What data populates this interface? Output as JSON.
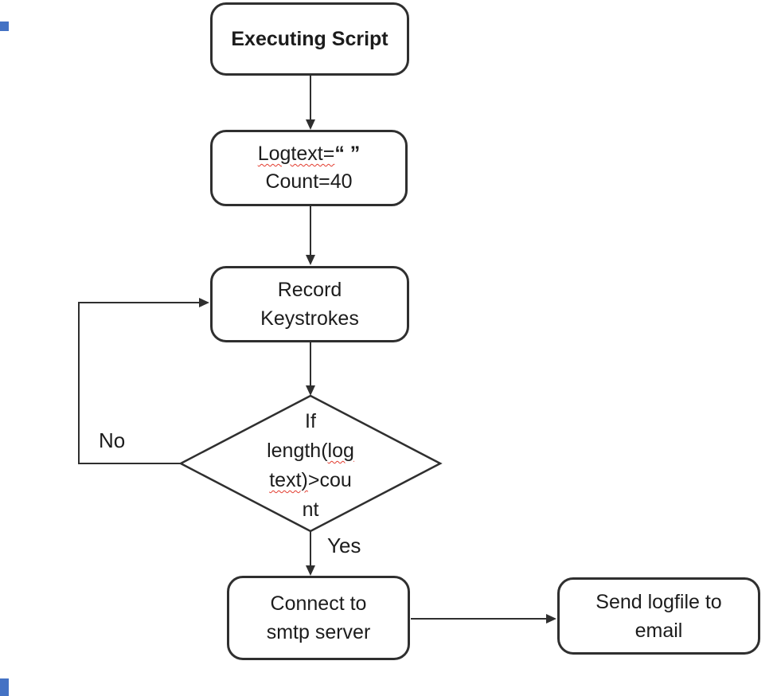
{
  "canvas": {
    "background": "#ffffff",
    "stroke_color": "#2f2f2f",
    "text_color": "#1c1c1c",
    "squiggle_color": "#e23b2e",
    "handle_color": "#4472c4"
  },
  "nodes": {
    "start": {
      "label": "Executing Script"
    },
    "init": {
      "assign": "Logtext=",
      "quotes": "“ ”",
      "line2": "Count=40"
    },
    "record": {
      "line1": "Record",
      "line2": "Keystrokes"
    },
    "decision": {
      "line1": "If",
      "line2_pre": "length(",
      "line2_sq": "log",
      "line3_sq": "text)",
      "line3_post": ">cou",
      "line4": "nt"
    },
    "connect": {
      "line1": "Connect to",
      "line2": "smtp server"
    },
    "send": {
      "line1": "Send logfile to",
      "line2": "email"
    }
  },
  "edge_labels": {
    "yes": "Yes",
    "no": "No"
  }
}
